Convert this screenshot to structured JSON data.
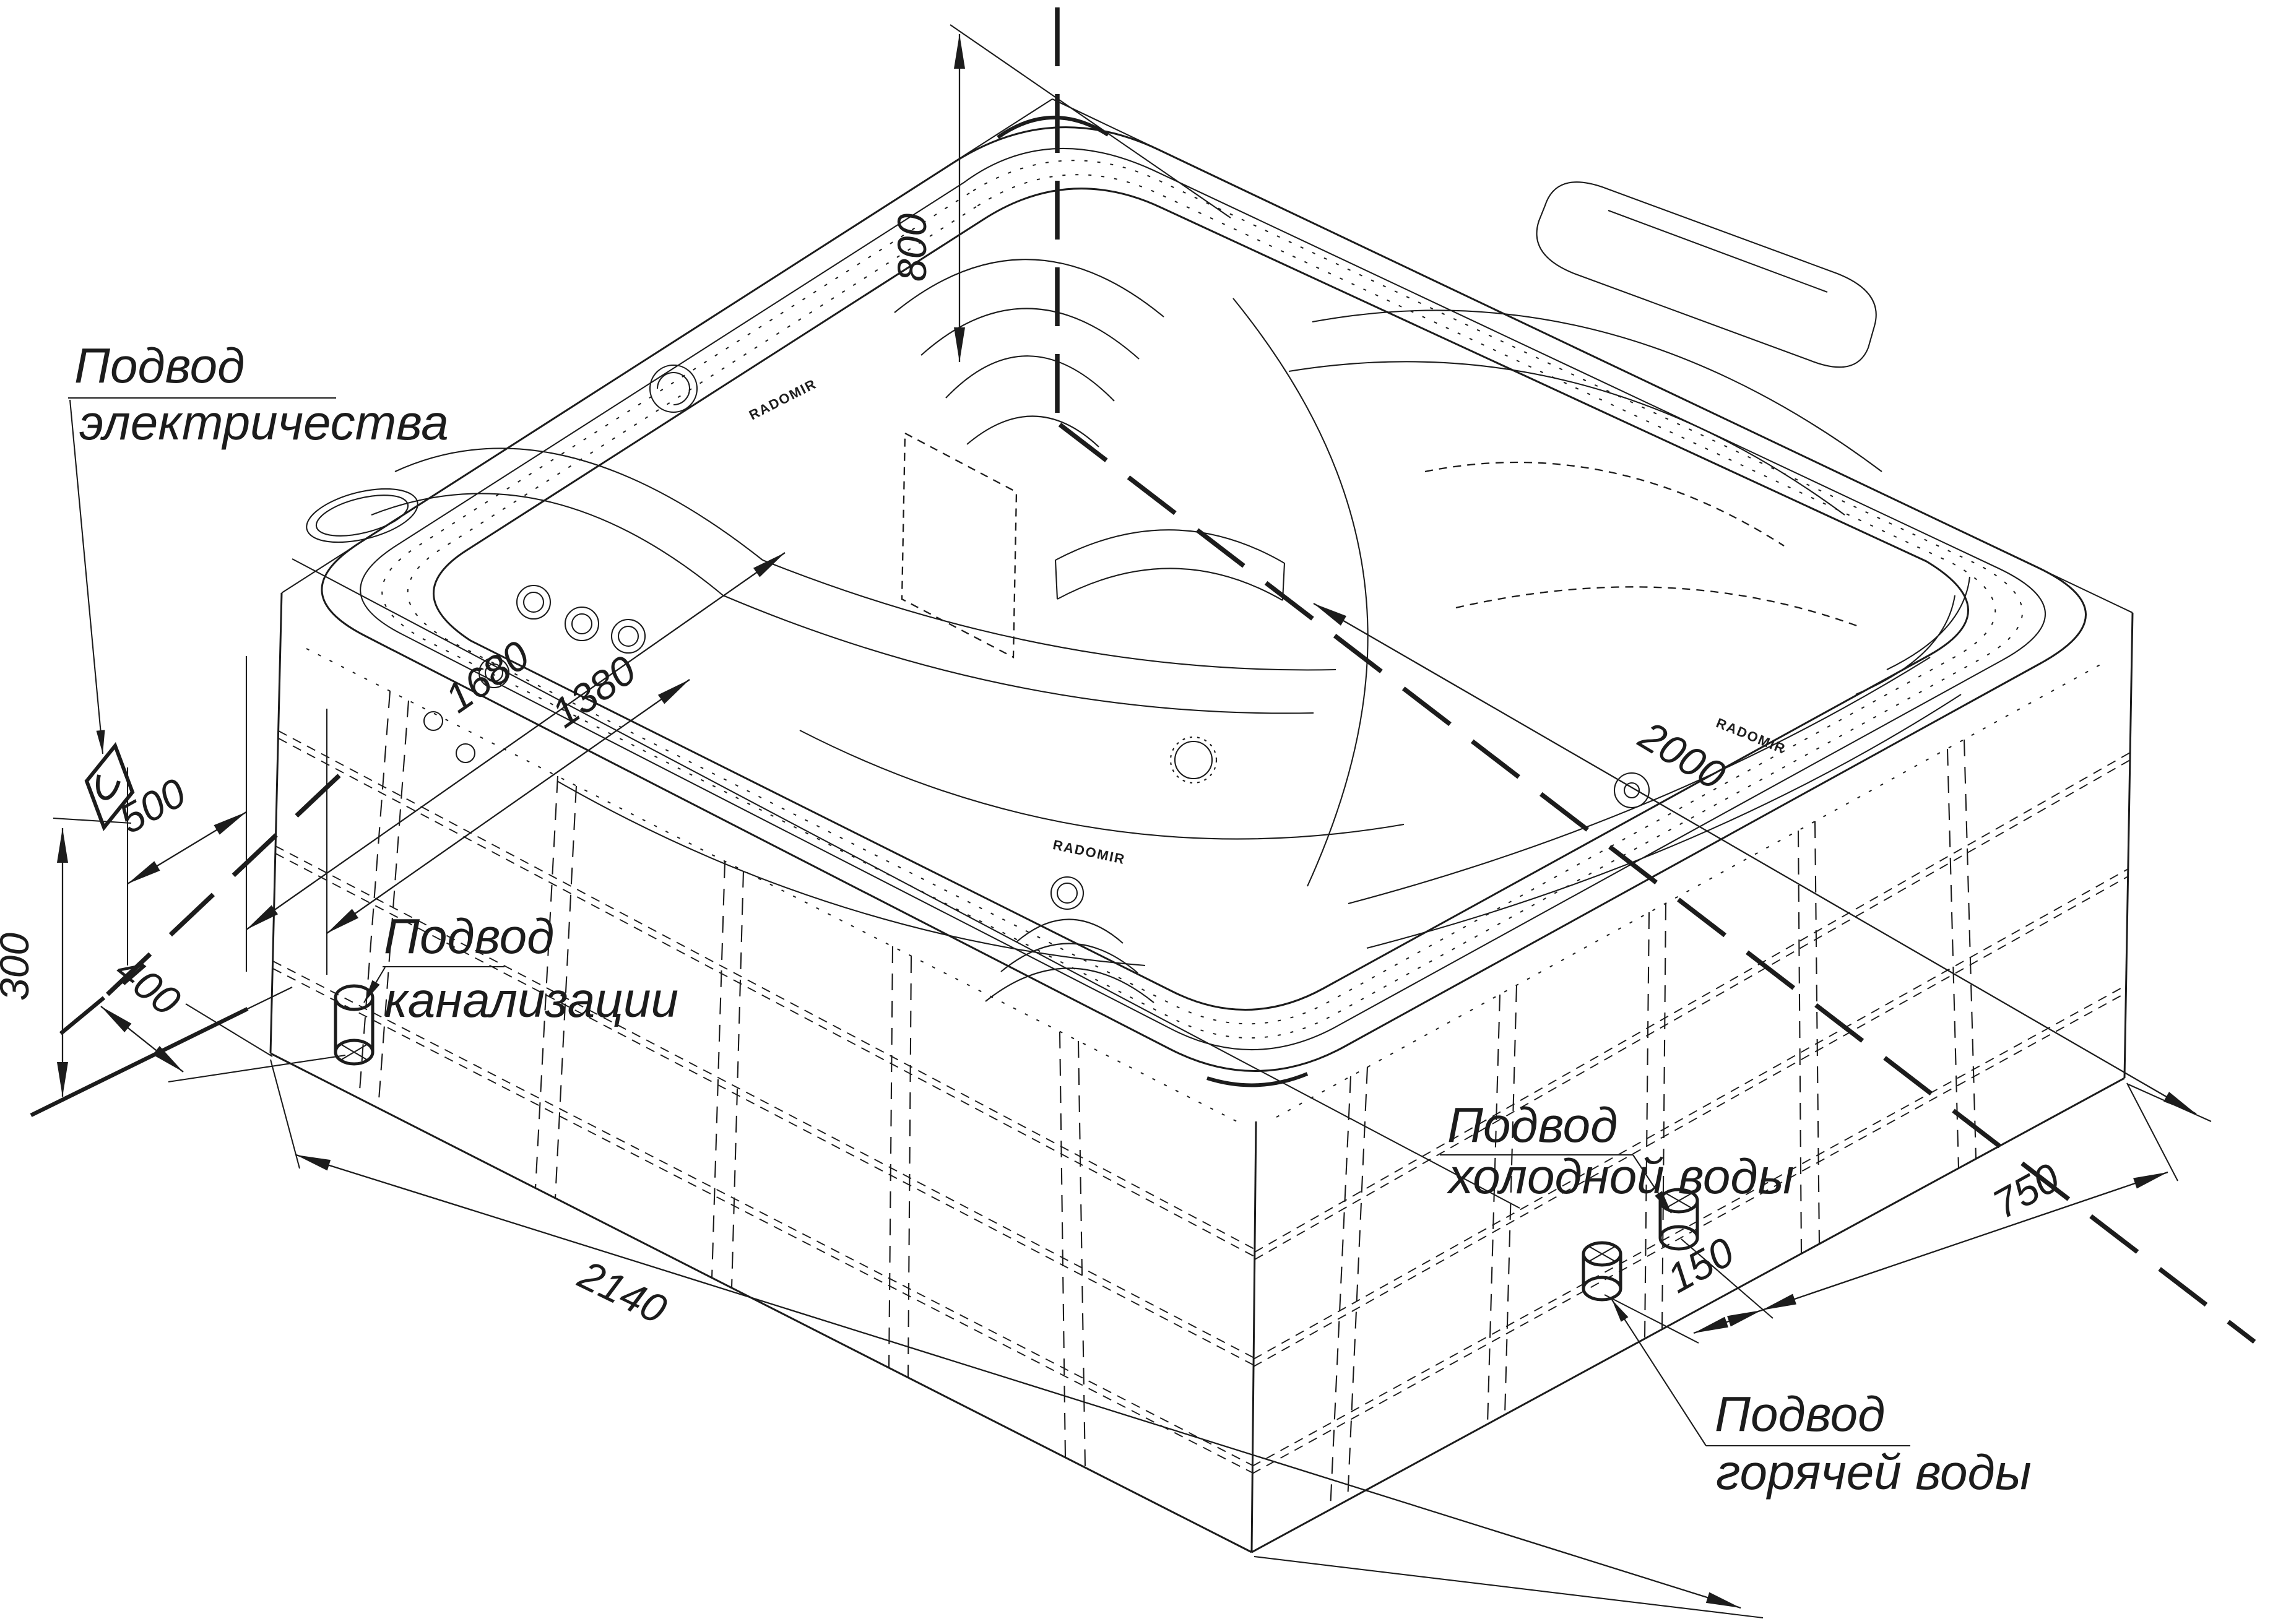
{
  "dims": {
    "d800": "800",
    "d1680": "1680",
    "d1380": "1380",
    "d2000": "2000",
    "d500": "500",
    "d300": "300",
    "d400": "400",
    "d2140": "2140",
    "d150": "150",
    "d750": "750"
  },
  "labels": {
    "electricity": {
      "line1": "Подвод",
      "line2": "электричества"
    },
    "sewage": {
      "line1": "Подвод",
      "line2": "канализации"
    },
    "cold_water": {
      "line1": "Подвод",
      "line2": "холодной воды"
    },
    "hot_water": {
      "line1": "Подвод",
      "line2": "горячей воды"
    }
  },
  "brand": "RADOMIR",
  "icons": {
    "electrical_socket": "socket-square-with-U",
    "pipe_stub": "cylinder-with-cross-top"
  },
  "colors": {
    "line": "#1c1c1c",
    "background": "#ffffff"
  }
}
